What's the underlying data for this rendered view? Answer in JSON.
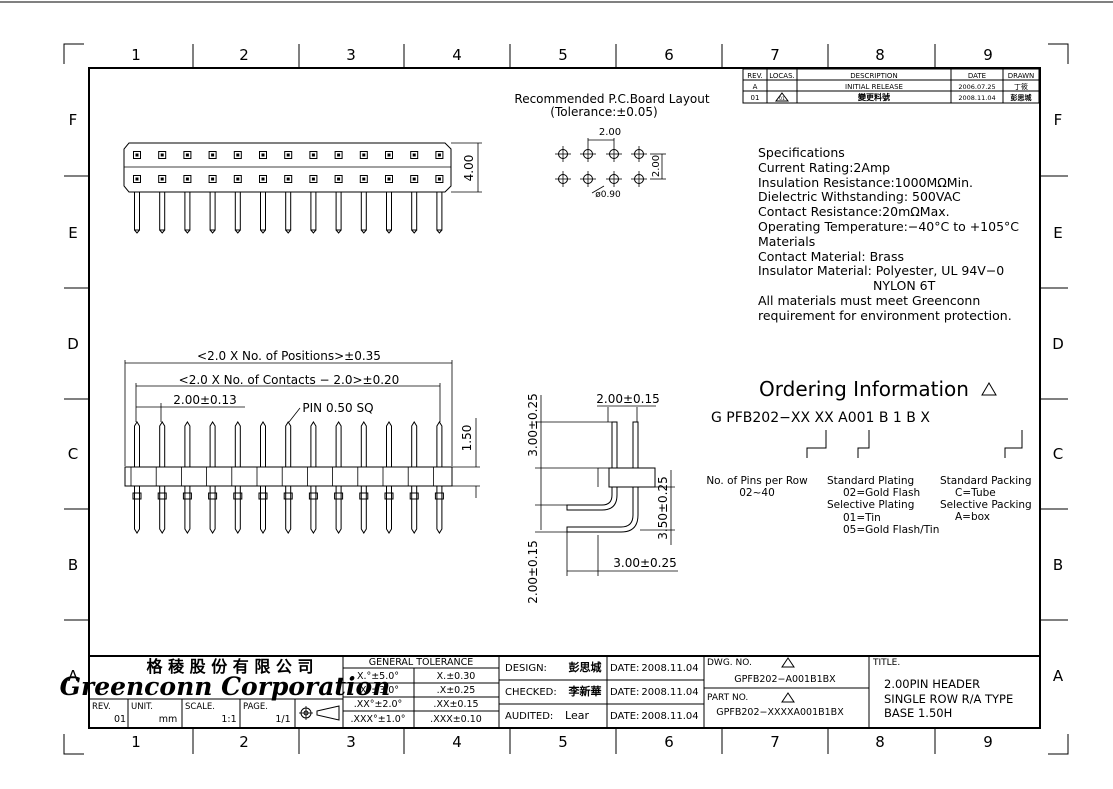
{
  "zones": {
    "columns": [
      "1",
      "2",
      "3",
      "4",
      "5",
      "6",
      "7",
      "8",
      "9"
    ],
    "rows": [
      "F",
      "E",
      "D",
      "C",
      "B",
      "A"
    ]
  },
  "revision_table": {
    "headers": [
      "REV.",
      "LOCAS.",
      "DESCRIPTION",
      "DATE",
      "DRAWN"
    ],
    "rows": [
      [
        "A",
        "",
        "INITIAL RELEASE",
        "2006.07.25",
        "丁筱"
      ],
      [
        "01",
        "01",
        "變更料號",
        "2008.11.04",
        "彭思城"
      ]
    ]
  },
  "pcb_layout": {
    "title": "Recommended P.C.Board Layout",
    "tolerance": "(Tolerance:±0.05)",
    "pitch_x": "2.00",
    "pitch_y": "2.00",
    "hole": "ø0.90"
  },
  "front_view": {
    "height_dim": "4.00"
  },
  "side_view": {
    "dim_positions": "<2.0 X No. of Positions>±0.35",
    "dim_contacts": "<2.0 X No. of Contacts − 2.0>±0.20",
    "dim_pitch": "2.00±0.13",
    "pin_label": "PIN 0.50 SQ",
    "dim_base": "1.50"
  },
  "ra_view": {
    "dim_top": "2.00±0.15",
    "dim_upper": "3.00±0.25",
    "dim_right": "3.50±0.25",
    "dim_lower": "2.00±0.15",
    "dim_bottom": "3.00±0.25"
  },
  "specifications": {
    "lines": [
      "Specifications",
      "Current Rating:2Amp",
      "Insulation  Resistance:1000MΩMin.",
      "Dielectric  Withstanding:   500VAC",
      "Contact  Resistance:20mΩMax.",
      "Operating  Temperature:−40°C  to  +105°C",
      "Materials",
      "Contact Material:  Brass",
      "Insulator  Material:  Polyester,  UL  94V−0",
      "NYLON  6T",
      "All  materials  must  meet  Greenconn",
      "requirement  for  environment  protection."
    ]
  },
  "ordering": {
    "title": "Ordering  Information",
    "code": "G  PFB202−XX   XX   A001  B  1  B  X",
    "pins_title": "No. of Pins per Row",
    "pins_value": "02~40",
    "plating_lines": [
      "Standard  Plating",
      "02=Gold Flash",
      "Selective Plating",
      "01=Tin",
      "05=Gold Flash/Tin"
    ],
    "packing_lines": [
      "Standard  Packing",
      "C=Tube",
      "Selective  Packing",
      "A=box"
    ]
  },
  "title_block": {
    "company_cn": "格 稜 股 份 有 限 公 司",
    "company_en": "Greenconn Corporation",
    "rev_label": "REV.",
    "rev_value": "01",
    "unit_label": "UNIT.",
    "unit_value": "mm",
    "scale_label": "SCALE.",
    "scale_value": "1:1",
    "page_label": "PAGE.",
    "page_value": "1/1",
    "tolerance_title": "GENERAL  TOLERANCE",
    "tolerance_rows": [
      [
        "X.°±5.0°",
        "X.±0.30"
      ],
      [
        ".X°±3.0°",
        ".X±0.25"
      ],
      [
        ".XX°±2.0°",
        ".XX±0.15"
      ],
      [
        ".XXX°±1.0°",
        ".XXX±0.10"
      ]
    ],
    "design_label": "DESIGN:",
    "design_value": "彭思城",
    "checked_label": "CHECKED:",
    "checked_value": "李新華",
    "audited_label": "AUDITED:",
    "audited_value": "Lear",
    "date_label": "DATE:",
    "date_value": "2008.11.04",
    "dwg_label": "DWG. NO.",
    "dwg_value": "GPFB202−A001B1BX",
    "part_label": "PART NO.",
    "part_value": "GPFB202−XXXXA001B1BX",
    "title_label": "TITLE.",
    "title_lines": [
      "2.00PIN  HEADER",
      "SINGLE  ROW  R/A  TYPE",
      "BASE  1.50H"
    ]
  }
}
